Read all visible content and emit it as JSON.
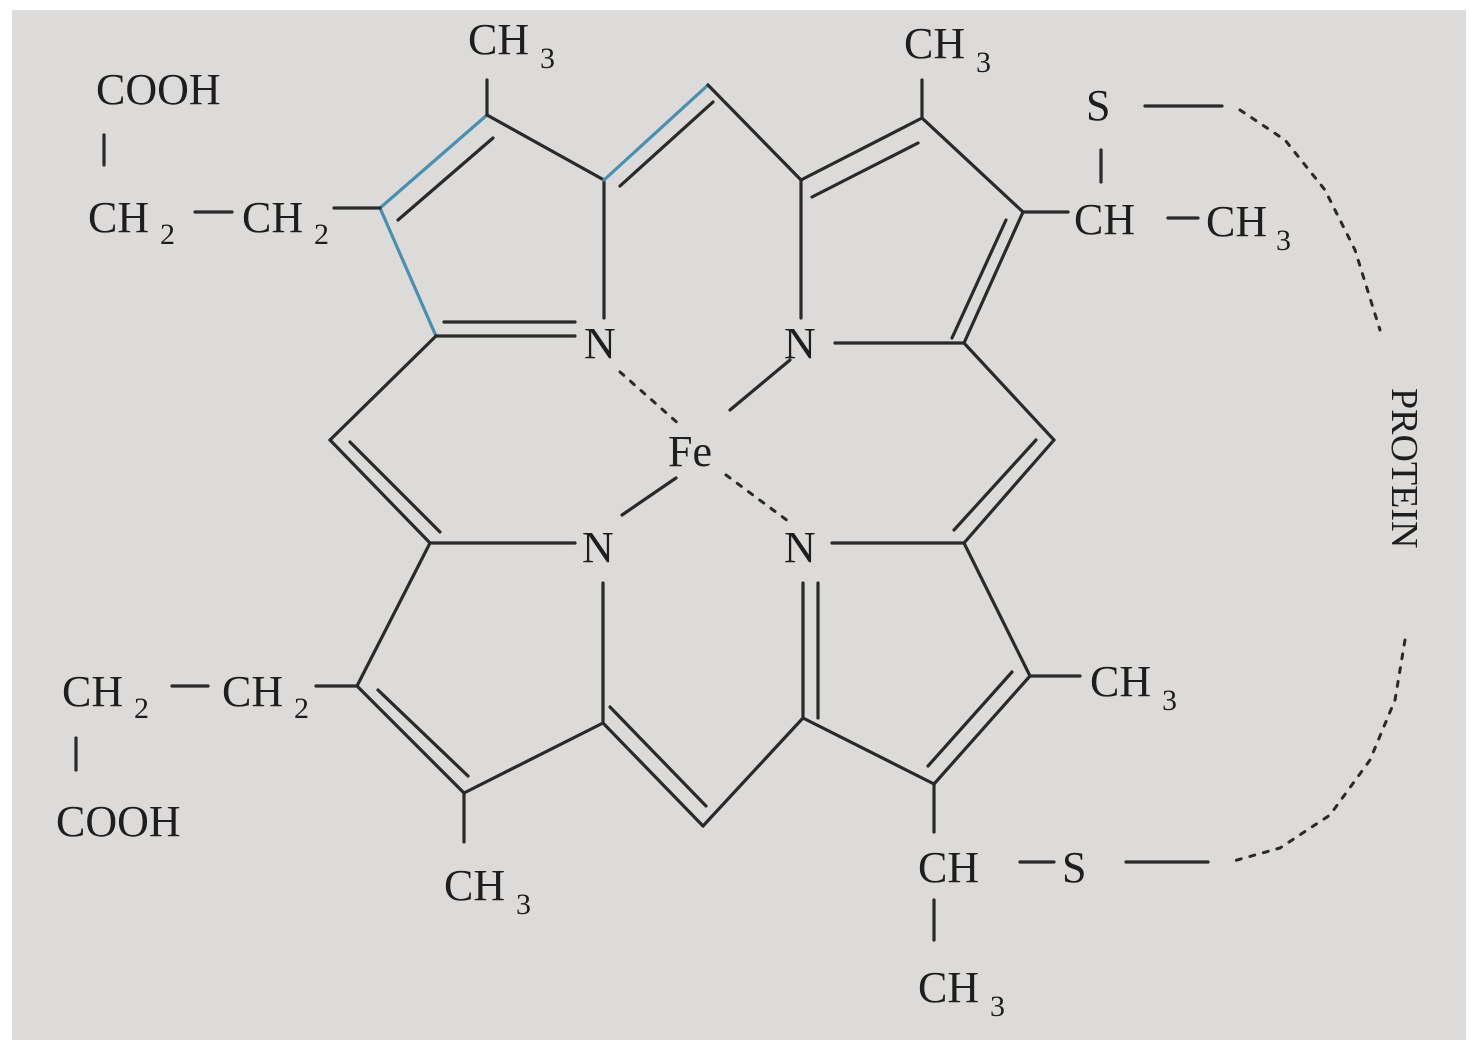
{
  "labels": {
    "cooh_top": "COOH",
    "ch2_top_a": "CH",
    "ch2_top_b": "CH",
    "ch2_bottom_a": "CH",
    "ch2_bottom_b": "CH",
    "cooh_bottom": "COOH",
    "ch3_top_left": "CH",
    "ch3_top_right": "CH",
    "s_top": "S",
    "ch_top_right": "CH",
    "ch3_right_upper": "CH",
    "ch3_right_lower": "CH",
    "ch_bottom_right": "CH",
    "s_bottom": "S",
    "ch3_bottom_right": "CH",
    "ch3_bottom_left": "CH",
    "n_top_left": "N",
    "n_top_right": "N",
    "n_bottom_left": "N",
    "n_bottom_right": "N",
    "fe": "Fe",
    "protein": "PROTEIN",
    "sub2": "2",
    "sub3": "3"
  }
}
